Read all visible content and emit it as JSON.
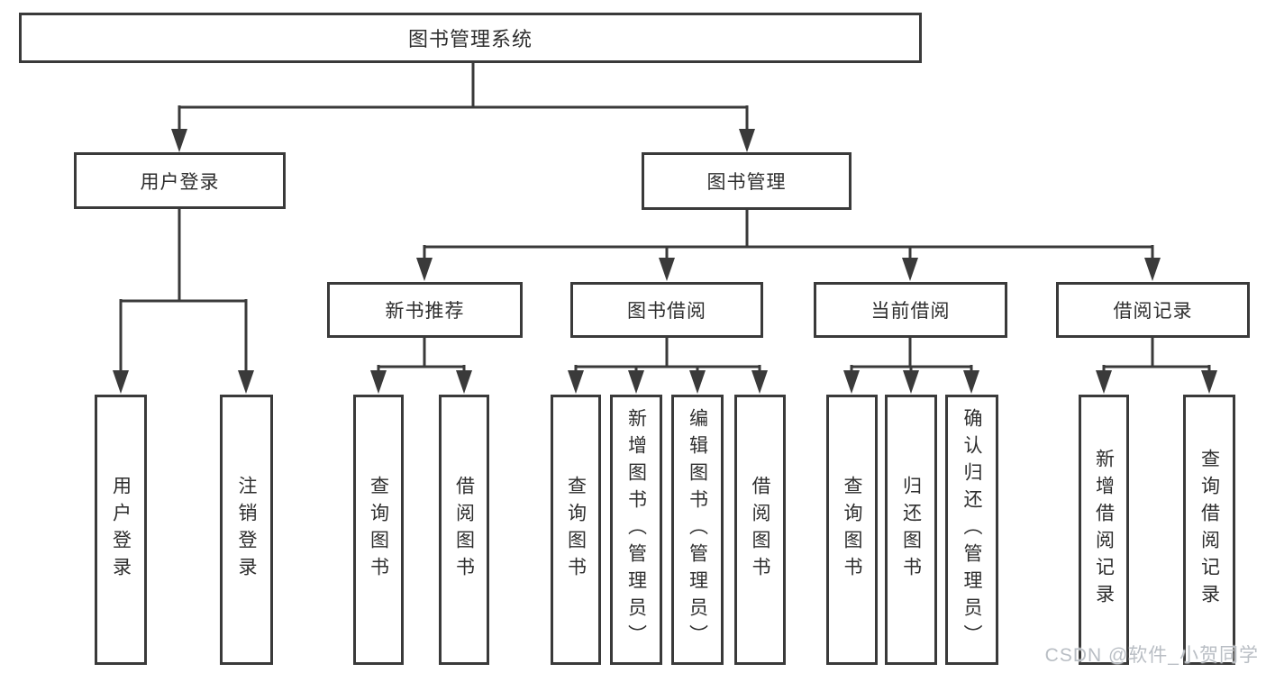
{
  "diagram": {
    "root": {
      "label": "图书管理系统"
    },
    "level2": {
      "user_login": {
        "label": "用户登录"
      },
      "book_mgmt": {
        "label": "图书管理"
      }
    },
    "level3": {
      "new_book_rec": {
        "label": "新书推荐"
      },
      "book_borrow": {
        "label": "图书借阅"
      },
      "current_borrow": {
        "label": "当前借阅"
      },
      "borrow_record": {
        "label": "借阅记录"
      }
    },
    "leaves": {
      "user_login": {
        "label": "用户登录"
      },
      "logout": {
        "label": "注销登录"
      },
      "nb_query": {
        "label": "查询图书"
      },
      "nb_borrow": {
        "label": "借阅图书"
      },
      "bb_query": {
        "label": "查询图书"
      },
      "bb_add": {
        "label": "新增图书（管理员）"
      },
      "bb_edit": {
        "label": "编辑图书（管理员）"
      },
      "bb_borrow": {
        "label": "借阅图书"
      },
      "cb_query": {
        "label": "查询图书"
      },
      "cb_return": {
        "label": "归还图书"
      },
      "cb_confirm": {
        "label": "确认归还（管理员）"
      },
      "br_add": {
        "label": "新增借阅记录"
      },
      "br_query": {
        "label": "查询借阅记录"
      }
    },
    "colors": {
      "line": "#3a3a3a",
      "text": "#2e2e2e",
      "background": "#ffffff"
    }
  },
  "watermark": {
    "text": "CSDN @软件_小贺同学",
    "color": "#b9bec4"
  }
}
